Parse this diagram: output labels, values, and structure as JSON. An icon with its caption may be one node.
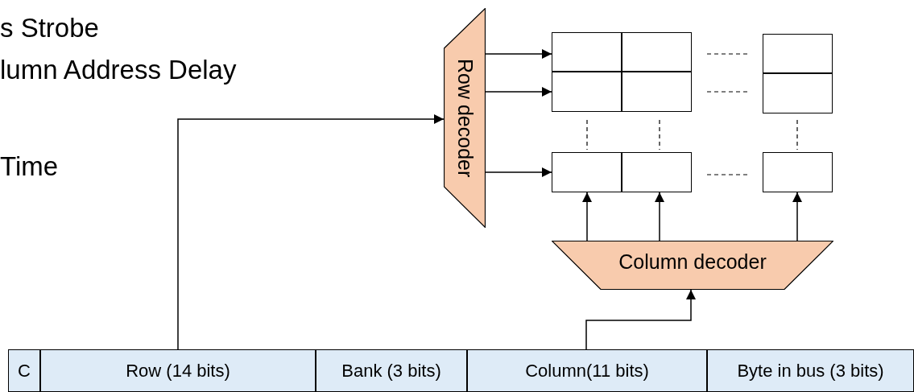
{
  "diagram": {
    "nodes": [
      {
        "text": [
          "Row decoder"
        ]
      },
      {
        "text": [],
        "shape": "box"
      },
      {
        "text": [],
        "shape": "box"
      },
      {
        "text": [],
        "shape": "box"
      },
      {
        "text": [],
        "shape": "box"
      },
      {
        "text": [],
        "shape": "box"
      },
      {
        "text": [],
        "shape": "box"
      },
      {
        "text": [],
        "shape": "box"
      },
      {
        "text": [],
        "shape": "box"
      },
      {
        "text": [],
        "shape": "box"
      },
      {
        "text": [
          "Column decoder"
        ]
      },
      {
        "text": [
          "C"
        ]
      },
      {
        "text": [
          "Row (14 bits)"
        ]
      },
      {
        "text": [
          "Bank (3 bits)"
        ]
      },
      {
        "text": [
          "Column(11 bits)"
        ]
      },
      {
        "text": [
          "Byte in bus (3 bits)"
        ]
      }
    ],
    "edges": [
      {
        "from": 12,
        "to": 0,
        "arrow": "to"
      },
      {
        "from": 14,
        "to": 10,
        "arrow": "to"
      },
      {
        "from": 0,
        "to": 1,
        "arrow": "to"
      },
      {
        "from": 0,
        "to": 4,
        "arrow": "to"
      },
      {
        "from": 0,
        "to": 7,
        "arrow": "to"
      },
      {
        "from": 10,
        "to": 7,
        "arrow": "to"
      },
      {
        "from": 10,
        "to": 8,
        "arrow": "to"
      },
      {
        "from": 10,
        "to": 9,
        "arrow": "to"
      }
    ],
    "labels": [
      "s Strobe",
      "lumn Address Delay",
      "Time"
    ]
  }
}
